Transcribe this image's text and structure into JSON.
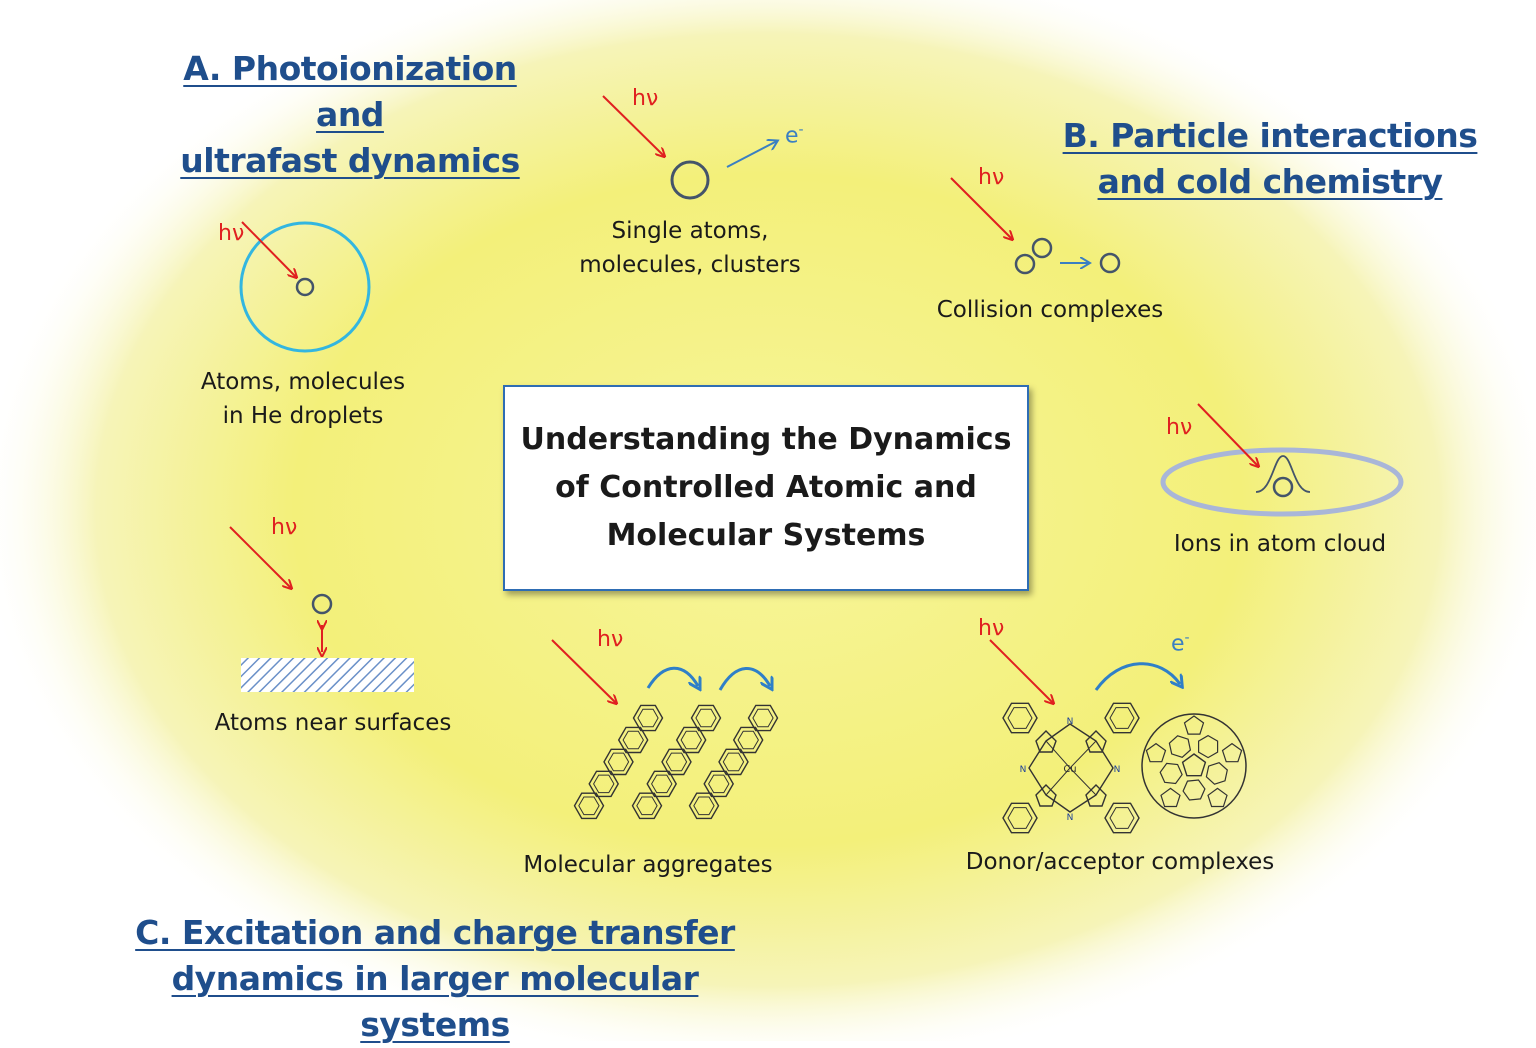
{
  "center": {
    "title_lines": [
      "Understanding the Dynamics",
      "of Controlled Atomic and",
      "Molecular Systems"
    ]
  },
  "sections": {
    "a": {
      "lines": [
        "A. Photoionization and",
        "ultrafast dynamics"
      ]
    },
    "b": {
      "lines": [
        "B. Particle interactions",
        "and cold chemistry"
      ]
    },
    "c": {
      "lines": [
        "C. Excitation and charge transfer",
        "dynamics in larger molecular systems"
      ]
    }
  },
  "labels": {
    "he_droplets": [
      "Atoms, molecules",
      "in He droplets"
    ],
    "single_atoms": [
      "Single atoms,",
      "molecules, clusters"
    ],
    "collision": "Collision complexes",
    "ions_cloud": "Ions in atom cloud",
    "surfaces": "Atoms near surfaces",
    "aggregates": "Molecular aggregates",
    "donor_acceptor": "Donor/acceptor complexes"
  },
  "symbols": {
    "photon": "hν",
    "electron": "e",
    "electron_charge": "-",
    "copper": "Cu",
    "nitrogen": "N"
  },
  "colors": {
    "heading": "#1f4e8c",
    "photon_arrow": "#e02020",
    "process_arrow": "#3a7fc2",
    "glow": "#f3f07a",
    "box_border": "#2e6db4"
  }
}
